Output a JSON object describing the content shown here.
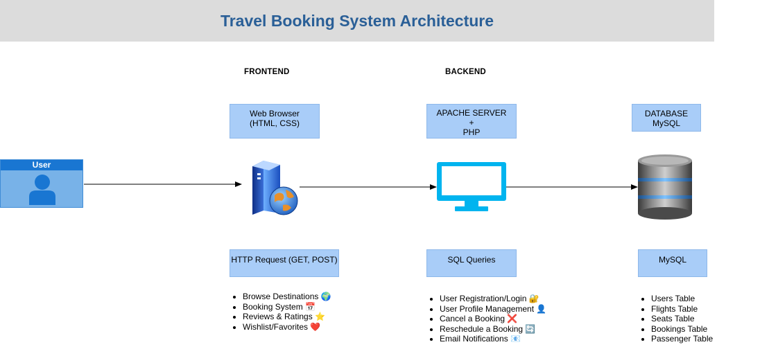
{
  "title": "Travel Booking System Architecture",
  "sections": {
    "frontend": "FRONTEND",
    "backend": "BACKEND"
  },
  "user": {
    "label": "User"
  },
  "boxes": {
    "web_browser": {
      "line1": "Web Browser",
      "line2": "(HTML, CSS)"
    },
    "server": {
      "line1": "APACHE SERVER",
      "line2": "+",
      "line3": "PHP"
    },
    "database": {
      "line1": "DATABASE",
      "line2": "MySQL"
    },
    "http": "HTTP Request (GET, POST)",
    "sql": "SQL Queries",
    "mysql": "MySQL"
  },
  "frontend_list": [
    "Browse Destinations 🌍",
    "Booking System 📅",
    "Reviews & Ratings ⭐",
    "Wishlist/Favorites ❤️"
  ],
  "backend_list": [
    "User Registration/Login 🔐",
    "User Profile Management 👤",
    "Cancel a Booking ❌",
    "Reschedule a Booking 🔄",
    "Email Notifications 📧"
  ],
  "database_list": [
    "Users Table",
    "Flights Table",
    "Seats Table",
    "Bookings Table",
    "Passenger Table"
  ],
  "colors": {
    "box": "#a9cdf8",
    "title": "#2a5f97",
    "monitor": "#00b4ef",
    "user_head": "#1976d2"
  }
}
